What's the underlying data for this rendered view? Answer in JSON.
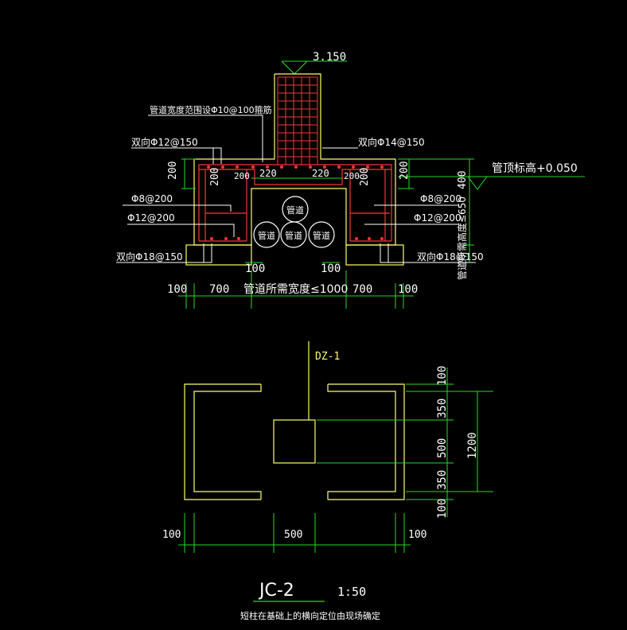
{
  "colors": {
    "background": "#000000",
    "outline": "#ffff66",
    "rebar": "#ff3333",
    "dimension": "#22dd22",
    "text": "#ffffff",
    "leader": "#ffffff"
  },
  "section": {
    "top_elevation": "3.150",
    "callout_pipe_casing": "管道宽度范围设Φ10@100箍筋",
    "callout_left_top": "双向Φ12@150",
    "callout_right_top": "双向Φ14@150",
    "callout_left_mid1": "Φ8@200",
    "callout_left_mid2": "Φ12@200",
    "callout_right_mid1": "Φ8@200",
    "callout_right_mid2": "Φ12@200",
    "callout_left_bottom": "双向Φ18@150",
    "callout_right_bottom": "双向Φ18@150",
    "pipe_label": "管道",
    "pipe_top_elevation": "管顶标高+0.050",
    "pipe_height_note": "管道所需高度≤650",
    "dim_200_left_top": "200",
    "dim_200_left_side": "200",
    "dim_200_right_top": "200",
    "dim_200_right_side": "200",
    "dim_200_inner_l": "200",
    "dim_200_inner_r": "200",
    "dim_220_l": "220",
    "dim_220_r": "220",
    "dim_400": "400",
    "dim_100_l": "100",
    "dim_100_r": "100",
    "dim_bottom_100_l": "100",
    "dim_bottom_700_l": "700",
    "dim_bottom_pipe_width": "管道所需宽度≤1000",
    "dim_bottom_700_r": "700",
    "dim_bottom_100_r": "100"
  },
  "plan": {
    "column_label": "DZ-1",
    "dim_right_100_top": "100",
    "dim_right_350_top": "350",
    "dim_right_500": "500",
    "dim_right_350_bottom": "350",
    "dim_right_100_bottom": "100",
    "dim_total_1200": "1200",
    "dim_bottom_100_l": "100",
    "dim_bottom_500": "500",
    "dim_bottom_100_r": "100"
  },
  "title": {
    "name": "JC-2",
    "scale": "1:50",
    "note": "短柱在基础上的横向定位由现场确定"
  }
}
